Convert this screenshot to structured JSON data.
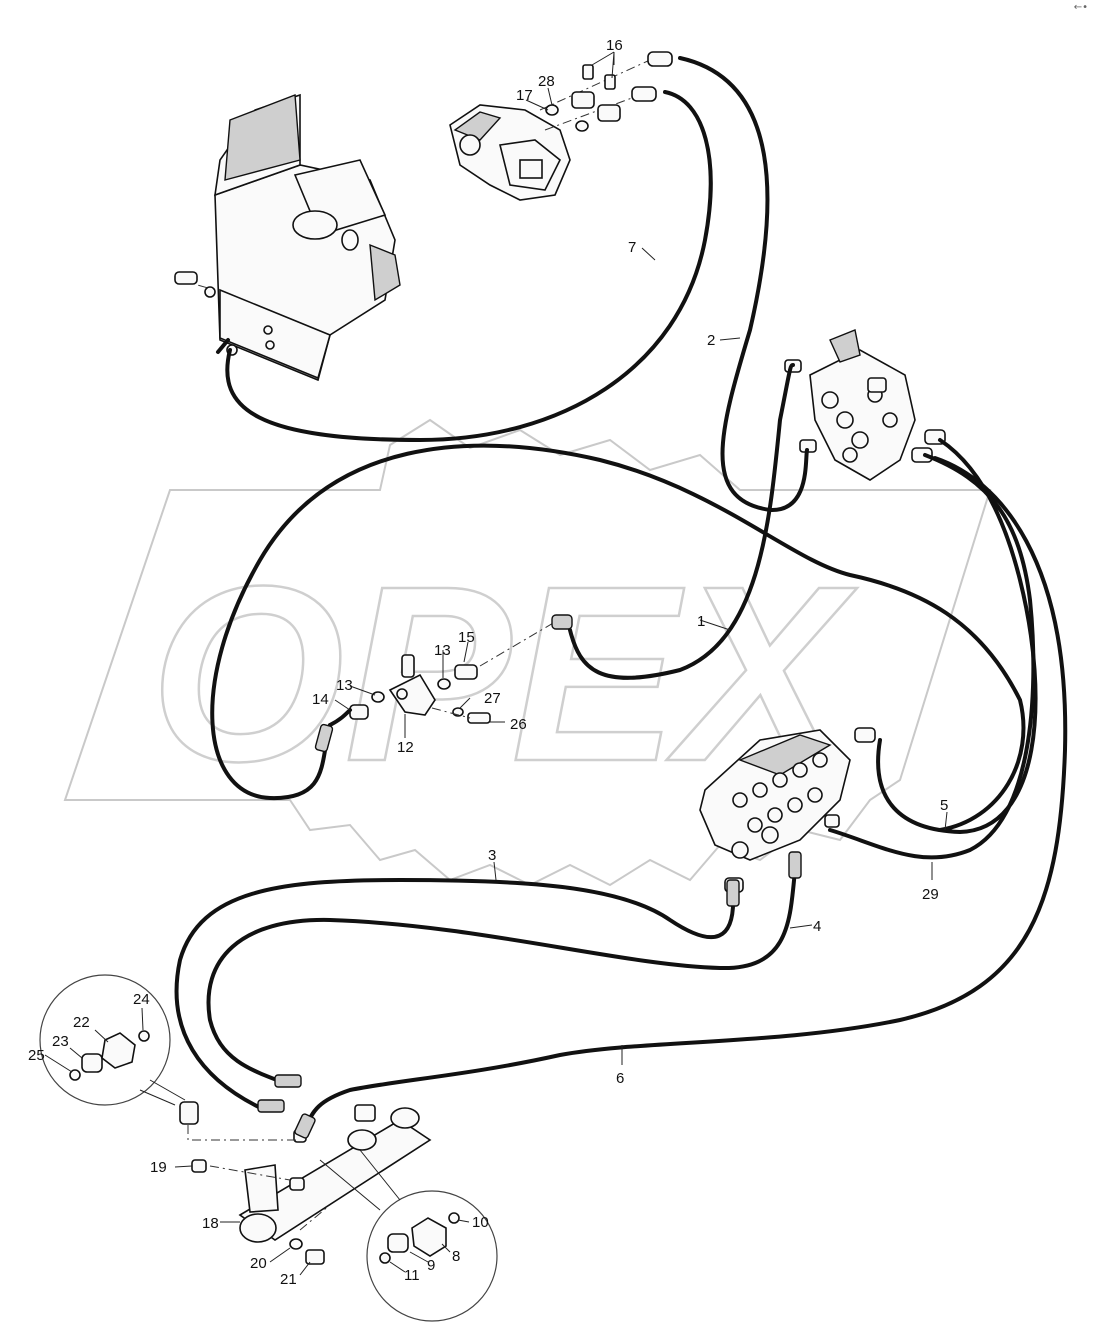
{
  "watermark": {
    "text": "OPEX"
  },
  "corner_mark": "←•",
  "callouts": {
    "c1": "1",
    "c2": "2",
    "c3": "3",
    "c4": "4",
    "c5": "5",
    "c6": "6",
    "c7": "7",
    "c8": "8",
    "c9": "9",
    "c10": "10",
    "c11": "11",
    "c12": "12",
    "c13a": "13",
    "c13b": "13",
    "c14": "14",
    "c15": "15",
    "c16": "16",
    "c17": "17",
    "c18": "18",
    "c19": "19",
    "c20": "20",
    "c21": "21",
    "c22": "22",
    "c23": "23",
    "c24": "24",
    "c25": "25",
    "c26": "26",
    "c27": "27",
    "c28": "28",
    "c29": "29"
  }
}
